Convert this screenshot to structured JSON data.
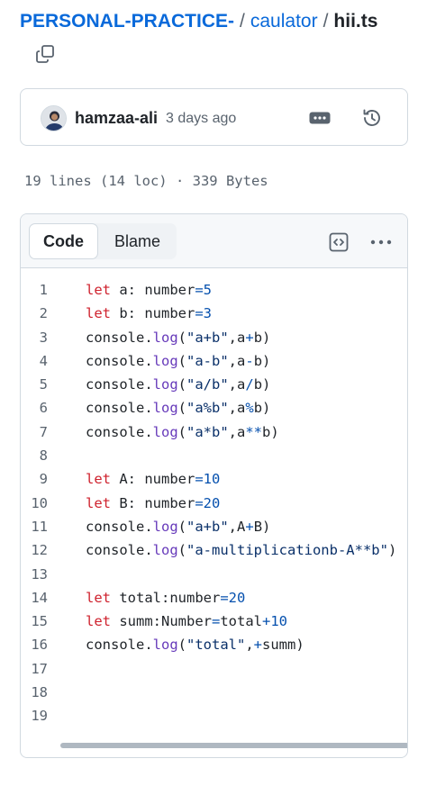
{
  "breadcrumb": {
    "repo": "PERSONAL-PRACTICE-",
    "separator": "/",
    "folder": "caulator",
    "file": "hii.ts"
  },
  "icons": {
    "copy": "copy-icon",
    "more": "ellipsis-badge-icon",
    "history": "history-icon",
    "raw": "code-brackets-icon",
    "kebab": "kebab-horizontal-icon"
  },
  "commit": {
    "author": "hamzaa-ali",
    "time_ago": "3 days ago"
  },
  "file_info": "19 lines (14 loc) · 339 Bytes",
  "tabs": {
    "code": "Code",
    "blame": "Blame"
  },
  "colors": {
    "link": "#0969da",
    "keyword": "#cf222e",
    "function": "#6639ba",
    "string": "#0a3069",
    "number": "#0550ae",
    "border": "#d1d9e0"
  },
  "code_lines": [
    {
      "n": "1",
      "tokens": [
        [
          "kw",
          "let"
        ],
        [
          "pl",
          " a: number"
        ],
        [
          "op",
          "="
        ],
        [
          "nu",
          "5"
        ]
      ]
    },
    {
      "n": "2",
      "tokens": [
        [
          "kw",
          "let"
        ],
        [
          "pl",
          " b: number"
        ],
        [
          "op",
          "="
        ],
        [
          "nu",
          "3"
        ]
      ]
    },
    {
      "n": "3",
      "tokens": [
        [
          "pl",
          "console."
        ],
        [
          "fn",
          "log"
        ],
        [
          "pl",
          "("
        ],
        [
          "st",
          "\"a+b\""
        ],
        [
          "pl",
          ",a"
        ],
        [
          "op",
          "+"
        ],
        [
          "pl",
          "b)"
        ]
      ]
    },
    {
      "n": "4",
      "tokens": [
        [
          "pl",
          "console."
        ],
        [
          "fn",
          "log"
        ],
        [
          "pl",
          "("
        ],
        [
          "st",
          "\"a-b\""
        ],
        [
          "pl",
          ",a"
        ],
        [
          "op",
          "-"
        ],
        [
          "pl",
          "b)"
        ]
      ]
    },
    {
      "n": "5",
      "tokens": [
        [
          "pl",
          "console."
        ],
        [
          "fn",
          "log"
        ],
        [
          "pl",
          "("
        ],
        [
          "st",
          "\"a/b\""
        ],
        [
          "pl",
          ",a"
        ],
        [
          "op",
          "/"
        ],
        [
          "pl",
          "b)"
        ]
      ]
    },
    {
      "n": "6",
      "tokens": [
        [
          "pl",
          "console."
        ],
        [
          "fn",
          "log"
        ],
        [
          "pl",
          "("
        ],
        [
          "st",
          "\"a%b\""
        ],
        [
          "pl",
          ",a"
        ],
        [
          "op",
          "%"
        ],
        [
          "pl",
          "b)"
        ]
      ]
    },
    {
      "n": "7",
      "tokens": [
        [
          "pl",
          "console."
        ],
        [
          "fn",
          "log"
        ],
        [
          "pl",
          "("
        ],
        [
          "st",
          "\"a*b\""
        ],
        [
          "pl",
          ",a"
        ],
        [
          "op",
          "**"
        ],
        [
          "pl",
          "b)"
        ]
      ]
    },
    {
      "n": "8",
      "tokens": []
    },
    {
      "n": "9",
      "tokens": [
        [
          "kw",
          "let"
        ],
        [
          "pl",
          " A: number"
        ],
        [
          "op",
          "="
        ],
        [
          "nu",
          "10"
        ]
      ]
    },
    {
      "n": "10",
      "tokens": [
        [
          "kw",
          "let"
        ],
        [
          "pl",
          " B: number"
        ],
        [
          "op",
          "="
        ],
        [
          "nu",
          "20"
        ]
      ]
    },
    {
      "n": "11",
      "tokens": [
        [
          "pl",
          "console."
        ],
        [
          "fn",
          "log"
        ],
        [
          "pl",
          "("
        ],
        [
          "st",
          "\"a+b\""
        ],
        [
          "pl",
          ",A"
        ],
        [
          "op",
          "+"
        ],
        [
          "pl",
          "B)"
        ]
      ]
    },
    {
      "n": "12",
      "tokens": [
        [
          "pl",
          "console."
        ],
        [
          "fn",
          "log"
        ],
        [
          "pl",
          "("
        ],
        [
          "st",
          "\"a-multiplicationb-A**b\""
        ],
        [
          "pl",
          ")"
        ]
      ]
    },
    {
      "n": "13",
      "tokens": []
    },
    {
      "n": "14",
      "tokens": [
        [
          "kw",
          "let"
        ],
        [
          "pl",
          " total:number"
        ],
        [
          "op",
          "="
        ],
        [
          "nu",
          "20"
        ]
      ]
    },
    {
      "n": "15",
      "tokens": [
        [
          "kw",
          "let"
        ],
        [
          "pl",
          " summ:Number"
        ],
        [
          "op",
          "="
        ],
        [
          "pl",
          "total"
        ],
        [
          "op",
          "+"
        ],
        [
          "nu",
          "10"
        ]
      ]
    },
    {
      "n": "16",
      "tokens": [
        [
          "pl",
          "console."
        ],
        [
          "fn",
          "log"
        ],
        [
          "pl",
          "("
        ],
        [
          "st",
          "\"total\""
        ],
        [
          "pl",
          ","
        ],
        [
          "op",
          "+"
        ],
        [
          "pl",
          "summ)"
        ]
      ]
    },
    {
      "n": "17",
      "tokens": []
    },
    {
      "n": "18",
      "tokens": []
    },
    {
      "n": "19",
      "tokens": []
    }
  ]
}
